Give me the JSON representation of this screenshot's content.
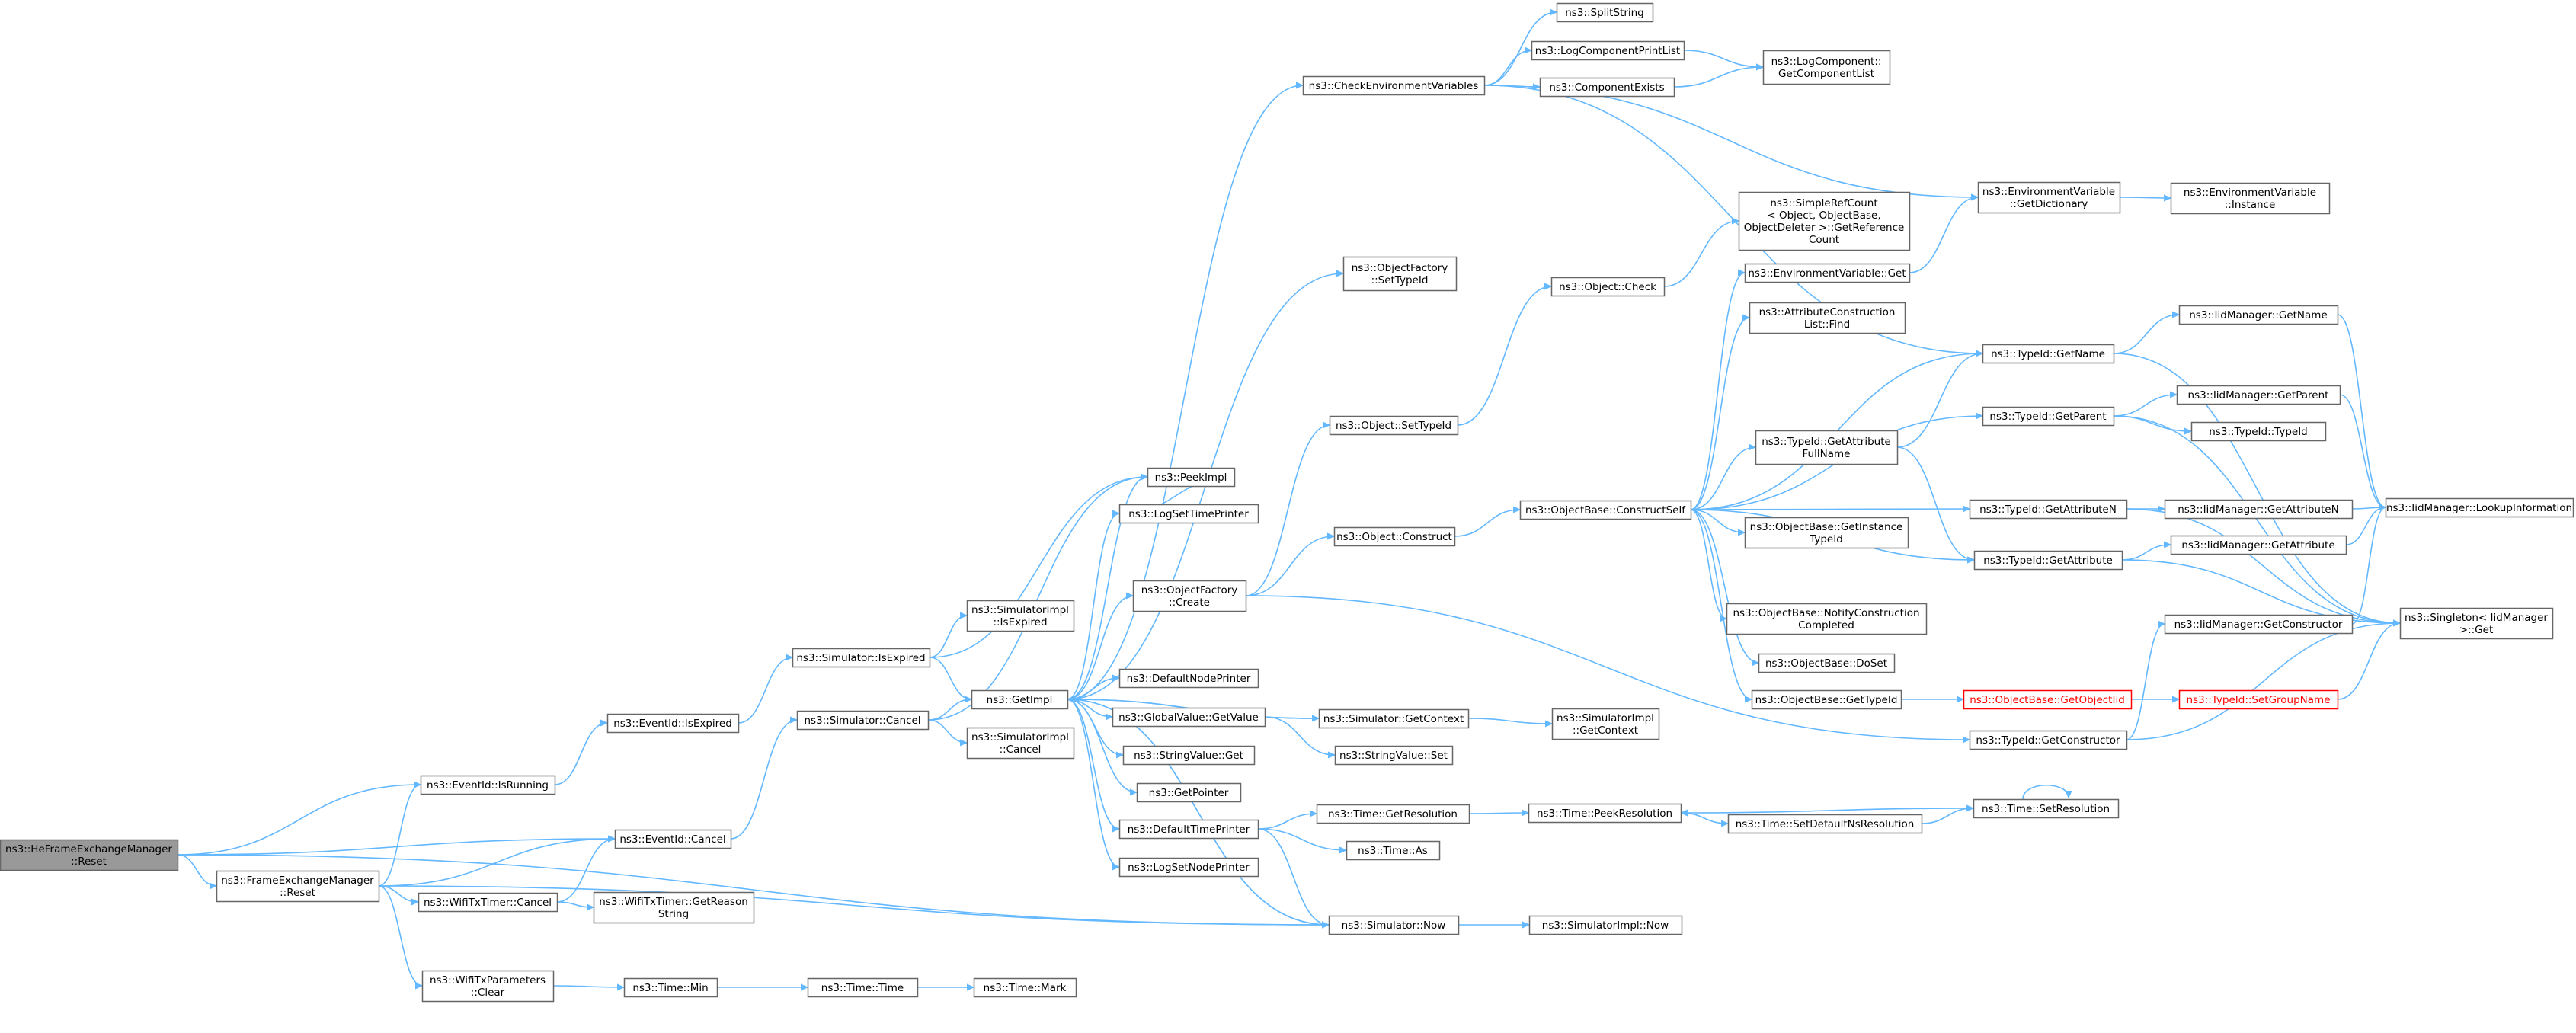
{
  "colors": {
    "edge": "#63b8ff",
    "node_border": "#666666",
    "node_fill": "#ffffff",
    "root_fill": "#999999",
    "truncated_border": "#ff0000",
    "truncated_text": "#ff0000"
  },
  "nodes": [
    {
      "id": "hefem_reset",
      "lines": [
        "ns3::HeFrameExchangeManager",
        "::Reset"
      ],
      "kind": "root"
    },
    {
      "id": "fem_reset",
      "lines": [
        "ns3::FrameExchangeManager",
        "::Reset"
      ]
    },
    {
      "id": "eventid_isrunning",
      "lines": [
        "ns3::EventId::IsRunning"
      ]
    },
    {
      "id": "eventid_cancel",
      "lines": [
        "ns3::EventId::Cancel"
      ]
    },
    {
      "id": "eventid_isexpired",
      "lines": [
        "ns3::EventId::IsExpired"
      ]
    },
    {
      "id": "sim_isexpired",
      "lines": [
        "ns3::Simulator::IsExpired"
      ]
    },
    {
      "id": "sim_cancel",
      "lines": [
        "ns3::Simulator::Cancel"
      ]
    },
    {
      "id": "wifitxtimer_cancel",
      "lines": [
        "ns3::WifiTxTimer::Cancel"
      ]
    },
    {
      "id": "wifitxtimer_getreason",
      "lines": [
        "ns3::WifiTxTimer::GetReason",
        "String"
      ]
    },
    {
      "id": "wifitxparams_clear",
      "lines": [
        "ns3::WifiTxParameters",
        "::Clear"
      ]
    },
    {
      "id": "time_min",
      "lines": [
        "ns3::Time::Min"
      ]
    },
    {
      "id": "time_time",
      "lines": [
        "ns3::Time::Time"
      ]
    },
    {
      "id": "time_mark",
      "lines": [
        "ns3::Time::Mark"
      ]
    },
    {
      "id": "peekimpl",
      "lines": [
        "ns3::PeekImpl"
      ]
    },
    {
      "id": "logsettimeprinter",
      "lines": [
        "ns3::LogSetTimePrinter"
      ]
    },
    {
      "id": "simimpl_isexpired",
      "lines": [
        "ns3::SimulatorImpl",
        "::IsExpired"
      ]
    },
    {
      "id": "getimpl",
      "lines": [
        "ns3::GetImpl"
      ]
    },
    {
      "id": "simimpl_cancel",
      "lines": [
        "ns3::SimulatorImpl",
        "::Cancel"
      ]
    },
    {
      "id": "objfactory_create",
      "lines": [
        "ns3::ObjectFactory",
        "::Create"
      ]
    },
    {
      "id": "defaultnodeprinter",
      "lines": [
        "ns3::DefaultNodePrinter"
      ]
    },
    {
      "id": "globalvalue_getvalue",
      "lines": [
        "ns3::GlobalValue::GetValue"
      ]
    },
    {
      "id": "stringvalue_get",
      "lines": [
        "ns3::StringValue::Get"
      ]
    },
    {
      "id": "getpointer",
      "lines": [
        "ns3::GetPointer"
      ]
    },
    {
      "id": "defaulttimeprinter",
      "lines": [
        "ns3::DefaultTimePrinter"
      ]
    },
    {
      "id": "logsetnodeprinter",
      "lines": [
        "ns3::LogSetNodePrinter"
      ]
    },
    {
      "id": "sim_getcontext",
      "lines": [
        "ns3::Simulator::GetContext"
      ]
    },
    {
      "id": "stringvalue_set",
      "lines": [
        "ns3::StringValue::Set"
      ]
    },
    {
      "id": "simimpl_getcontext",
      "lines": [
        "ns3::SimulatorImpl",
        "::GetContext"
      ]
    },
    {
      "id": "time_getresolution",
      "lines": [
        "ns3::Time::GetResolution"
      ]
    },
    {
      "id": "time_as",
      "lines": [
        "ns3::Time::As"
      ]
    },
    {
      "id": "sim_now",
      "lines": [
        "ns3::Simulator::Now"
      ]
    },
    {
      "id": "simimpl_now",
      "lines": [
        "ns3::SimulatorImpl::Now"
      ]
    },
    {
      "id": "time_peekresolution",
      "lines": [
        "ns3::Time::PeekResolution"
      ]
    },
    {
      "id": "time_setdefaultns",
      "lines": [
        "ns3::Time::SetDefaultNsResolution"
      ]
    },
    {
      "id": "time_setresolution",
      "lines": [
        "ns3::Time::SetResolution"
      ]
    },
    {
      "id": "checkenvvars",
      "lines": [
        "ns3::CheckEnvironmentVariables"
      ]
    },
    {
      "id": "splitstring",
      "lines": [
        "ns3::SplitString"
      ]
    },
    {
      "id": "logcompprintlist",
      "lines": [
        "ns3::LogComponentPrintList"
      ]
    },
    {
      "id": "componentexists",
      "lines": [
        "ns3::ComponentExists"
      ]
    },
    {
      "id": "logcomp_getlist",
      "lines": [
        "ns3::LogComponent::",
        "GetComponentList"
      ]
    },
    {
      "id": "envvar_getdict",
      "lines": [
        "ns3::EnvironmentVariable",
        "::GetDictionary"
      ]
    },
    {
      "id": "envvar_instance",
      "lines": [
        "ns3::EnvironmentVariable",
        "::Instance"
      ]
    },
    {
      "id": "objfactory_settypeid",
      "lines": [
        "ns3::ObjectFactory",
        "::SetTypeId"
      ]
    },
    {
      "id": "object_check",
      "lines": [
        "ns3::Object::Check"
      ]
    },
    {
      "id": "simplerefcount",
      "lines": [
        "ns3::SimpleRefCount",
        "< Object, ObjectBase,",
        "ObjectDeleter >::GetReference",
        "Count"
      ]
    },
    {
      "id": "envvar_get",
      "lines": [
        "ns3::EnvironmentVariable::Get"
      ]
    },
    {
      "id": "attrconstlist_find",
      "lines": [
        "ns3::AttributeConstruction",
        "List::Find"
      ]
    },
    {
      "id": "object_settypeid",
      "lines": [
        "ns3::Object::SetTypeId"
      ]
    },
    {
      "id": "object_construct",
      "lines": [
        "ns3::Object::Construct"
      ]
    },
    {
      "id": "objbase_constructself",
      "lines": [
        "ns3::ObjectBase::ConstructSelf"
      ]
    },
    {
      "id": "typeid_getattrfullname",
      "lines": [
        "ns3::TypeId::GetAttribute",
        "FullName"
      ]
    },
    {
      "id": "objbase_getinstancetypeid",
      "lines": [
        "ns3::ObjectBase::GetInstance",
        "TypeId"
      ]
    },
    {
      "id": "objbase_notifyconstcompleted",
      "lines": [
        "ns3::ObjectBase::NotifyConstruction",
        "Completed"
      ]
    },
    {
      "id": "objbase_doset",
      "lines": [
        "ns3::ObjectBase::DoSet"
      ]
    },
    {
      "id": "objbase_gettypeid",
      "lines": [
        "ns3::ObjectBase::GetTypeId"
      ]
    },
    {
      "id": "objbase_getobjectiid",
      "lines": [
        "ns3::ObjectBase::GetObjectIid"
      ],
      "kind": "truncated"
    },
    {
      "id": "typeid_setgroupname",
      "lines": [
        "ns3::TypeId::SetGroupName"
      ],
      "kind": "truncated"
    },
    {
      "id": "typeid_getconstructor",
      "lines": [
        "ns3::TypeId::GetConstructor"
      ]
    },
    {
      "id": "typeid_getname",
      "lines": [
        "ns3::TypeId::GetName"
      ]
    },
    {
      "id": "typeid_getparent",
      "lines": [
        "ns3::TypeId::GetParent"
      ]
    },
    {
      "id": "typeid_getattributen",
      "lines": [
        "ns3::TypeId::GetAttributeN"
      ]
    },
    {
      "id": "typeid_getattribute",
      "lines": [
        "ns3::TypeId::GetAttribute"
      ]
    },
    {
      "id": "iidmgr_getname",
      "lines": [
        "ns3::IidManager::GetName"
      ]
    },
    {
      "id": "iidmgr_getparent",
      "lines": [
        "ns3::IidManager::GetParent"
      ]
    },
    {
      "id": "typeid_typeid",
      "lines": [
        "ns3::TypeId::TypeId"
      ]
    },
    {
      "id": "iidmgr_getattributen",
      "lines": [
        "ns3::IidManager::GetAttributeN"
      ]
    },
    {
      "id": "iidmgr_getattribute",
      "lines": [
        "ns3::IidManager::GetAttribute"
      ]
    },
    {
      "id": "iidmgr_getconstructor",
      "lines": [
        "ns3::IidManager::GetConstructor"
      ]
    },
    {
      "id": "iidmgr_lookupinfo",
      "lines": [
        "ns3::IidManager::LookupInformation"
      ]
    },
    {
      "id": "singleton_get",
      "lines": [
        "ns3::Singleton< IidManager",
        ">::Get"
      ]
    }
  ],
  "edges": [
    [
      "hefem_reset",
      "eventid_isrunning"
    ],
    [
      "hefem_reset",
      "eventid_cancel"
    ],
    [
      "hefem_reset",
      "fem_reset"
    ],
    [
      "hefem_reset",
      "sim_now"
    ],
    [
      "fem_reset",
      "eventid_isrunning"
    ],
    [
      "fem_reset",
      "eventid_cancel"
    ],
    [
      "fem_reset",
      "wifitxtimer_cancel"
    ],
    [
      "fem_reset",
      "wifitxparams_clear"
    ],
    [
      "fem_reset",
      "sim_now"
    ],
    [
      "eventid_isrunning",
      "eventid_isexpired"
    ],
    [
      "eventid_isexpired",
      "sim_isexpired"
    ],
    [
      "eventid_cancel",
      "sim_cancel"
    ],
    [
      "wifitxtimer_cancel",
      "eventid_cancel"
    ],
    [
      "wifitxtimer_cancel",
      "wifitxtimer_getreason"
    ],
    [
      "wifitxparams_clear",
      "time_min"
    ],
    [
      "time_min",
      "time_time"
    ],
    [
      "time_time",
      "time_mark"
    ],
    [
      "sim_isexpired",
      "peekimpl"
    ],
    [
      "sim_isexpired",
      "simimpl_isexpired"
    ],
    [
      "sim_isexpired",
      "getimpl"
    ],
    [
      "sim_cancel",
      "peekimpl"
    ],
    [
      "sim_cancel",
      "getimpl"
    ],
    [
      "sim_cancel",
      "simimpl_cancel"
    ],
    [
      "getimpl",
      "checkenvvars"
    ],
    [
      "getimpl",
      "objfactory_settypeid"
    ],
    [
      "getimpl",
      "peekimpl"
    ],
    [
      "getimpl",
      "logsettimeprinter"
    ],
    [
      "getimpl",
      "objfactory_create"
    ],
    [
      "getimpl",
      "defaultnodeprinter"
    ],
    [
      "getimpl",
      "globalvalue_getvalue"
    ],
    [
      "getimpl",
      "stringvalue_get"
    ],
    [
      "getimpl",
      "getpointer"
    ],
    [
      "getimpl",
      "defaulttimeprinter"
    ],
    [
      "getimpl",
      "logsetnodeprinter"
    ],
    [
      "getimpl",
      "sim_now"
    ],
    [
      "getimpl",
      "sim_getcontext"
    ],
    [
      "logsettimeprinter",
      "peekimpl"
    ],
    [
      "sim_getcontext",
      "getimpl"
    ],
    [
      "sim_getcontext",
      "simimpl_getcontext"
    ],
    [
      "globalvalue_getvalue",
      "stringvalue_set"
    ],
    [
      "defaulttimeprinter",
      "time_getresolution"
    ],
    [
      "defaulttimeprinter",
      "time_as"
    ],
    [
      "defaulttimeprinter",
      "sim_now"
    ],
    [
      "sim_now",
      "getimpl"
    ],
    [
      "sim_now",
      "simimpl_now"
    ],
    [
      "time_getresolution",
      "time_peekresolution"
    ],
    [
      "time_peekresolution",
      "time_setdefaultns"
    ],
    [
      "time_setdefaultns",
      "time_setresolution"
    ],
    [
      "time_setresolution",
      "time_peekresolution"
    ],
    [
      "time_setresolution",
      "time_setresolution"
    ],
    [
      "checkenvvars",
      "splitstring"
    ],
    [
      "checkenvvars",
      "logcompprintlist"
    ],
    [
      "checkenvvars",
      "componentexists"
    ],
    [
      "checkenvvars",
      "envvar_getdict"
    ],
    [
      "checkenvvars",
      "typeid_getname"
    ],
    [
      "logcompprintlist",
      "logcomp_getlist"
    ],
    [
      "componentexists",
      "logcomp_getlist"
    ],
    [
      "envvar_getdict",
      "envvar_instance"
    ],
    [
      "objfactory_create",
      "object_settypeid"
    ],
    [
      "objfactory_create",
      "object_construct"
    ],
    [
      "objfactory_create",
      "typeid_getconstructor"
    ],
    [
      "object_settypeid",
      "object_check"
    ],
    [
      "object_check",
      "simplerefcount"
    ],
    [
      "object_construct",
      "objbase_constructself"
    ],
    [
      "objbase_constructself",
      "envvar_get"
    ],
    [
      "objbase_constructself",
      "attrconstlist_find"
    ],
    [
      "objbase_constructself",
      "typeid_getname"
    ],
    [
      "objbase_constructself",
      "typeid_getparent"
    ],
    [
      "objbase_constructself",
      "typeid_getattrfullname"
    ],
    [
      "objbase_constructself",
      "typeid_getattributen"
    ],
    [
      "objbase_constructself",
      "objbase_getinstancetypeid"
    ],
    [
      "objbase_constructself",
      "typeid_getattribute"
    ],
    [
      "objbase_constructself",
      "objbase_notifyconstcompleted"
    ],
    [
      "objbase_constructself",
      "objbase_doset"
    ],
    [
      "objbase_constructself",
      "objbase_gettypeid"
    ],
    [
      "envvar_get",
      "envvar_getdict"
    ],
    [
      "typeid_getattrfullname",
      "typeid_getname"
    ],
    [
      "typeid_getattrfullname",
      "typeid_getattribute"
    ],
    [
      "objbase_gettypeid",
      "objbase_getobjectiid"
    ],
    [
      "objbase_getobjectiid",
      "typeid_setgroupname"
    ],
    [
      "typeid_setgroupname",
      "singleton_get"
    ],
    [
      "typeid_getconstructor",
      "iidmgr_getconstructor"
    ],
    [
      "typeid_getconstructor",
      "singleton_get"
    ],
    [
      "typeid_getname",
      "iidmgr_getname"
    ],
    [
      "typeid_getname",
      "singleton_get"
    ],
    [
      "typeid_getparent",
      "iidmgr_getparent"
    ],
    [
      "typeid_getparent",
      "typeid_typeid"
    ],
    [
      "typeid_getparent",
      "singleton_get"
    ],
    [
      "typeid_getattributen",
      "iidmgr_getattributen"
    ],
    [
      "typeid_getattributen",
      "singleton_get"
    ],
    [
      "typeid_getattribute",
      "iidmgr_getattribute"
    ],
    [
      "typeid_getattribute",
      "singleton_get"
    ],
    [
      "iidmgr_getname",
      "iidmgr_lookupinfo"
    ],
    [
      "iidmgr_getparent",
      "iidmgr_lookupinfo"
    ],
    [
      "iidmgr_getattributen",
      "iidmgr_lookupinfo"
    ],
    [
      "iidmgr_getattribute",
      "iidmgr_lookupinfo"
    ],
    [
      "iidmgr_getconstructor",
      "iidmgr_lookupinfo"
    ]
  ]
}
